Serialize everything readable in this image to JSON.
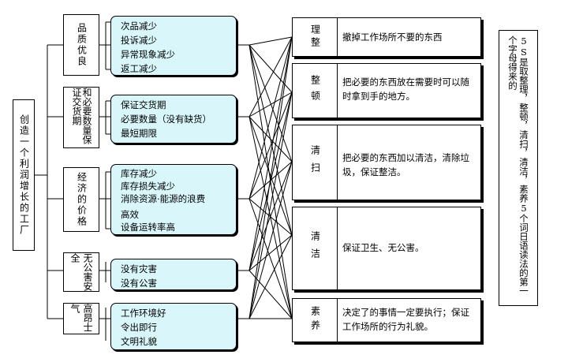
{
  "root": {
    "label": "创造一个利润增长的工厂"
  },
  "categories": [
    {
      "label": "品质优良",
      "items": [
        "次品减少",
        "投诉减少",
        "异常现象减少",
        "返工减少"
      ]
    },
    {
      "label": "和必要数量保证交货期",
      "items": [
        "保证交货期",
        "必要数量（没有缺货）",
        "最短期限"
      ]
    },
    {
      "label": "经济的价格",
      "items": [
        "库存减少",
        "库存损失减少",
        "消除资源·能源的浪费",
        "高效",
        "设备运转率高"
      ]
    },
    {
      "label": "无公害安全",
      "items": [
        "没有灾害",
        "没有公害"
      ]
    },
    {
      "label": "高昂士气",
      "items": [
        "工作环境好",
        "令出即行",
        "文明礼貌"
      ]
    }
  ],
  "five_s": [
    {
      "name": "理整",
      "desc": "撤掉工作场所不要的东西"
    },
    {
      "name": "整顿",
      "desc": "把必要的东西放在需要时可以随时拿到手的地方。"
    },
    {
      "name": "清扫",
      "desc": "把必要的东西加以清洁，清除垃圾，保证整洁。"
    },
    {
      "name": "清洁",
      "desc": "保证卫生、无公害。"
    },
    {
      "name": "素养",
      "desc": "决定了的事情一定要执行；保证工作场所的行为礼貌。"
    }
  ],
  "note": "5S是取整理，整顿，清扫，清洁，素养5个词日语读法的第一个字母得来的"
}
